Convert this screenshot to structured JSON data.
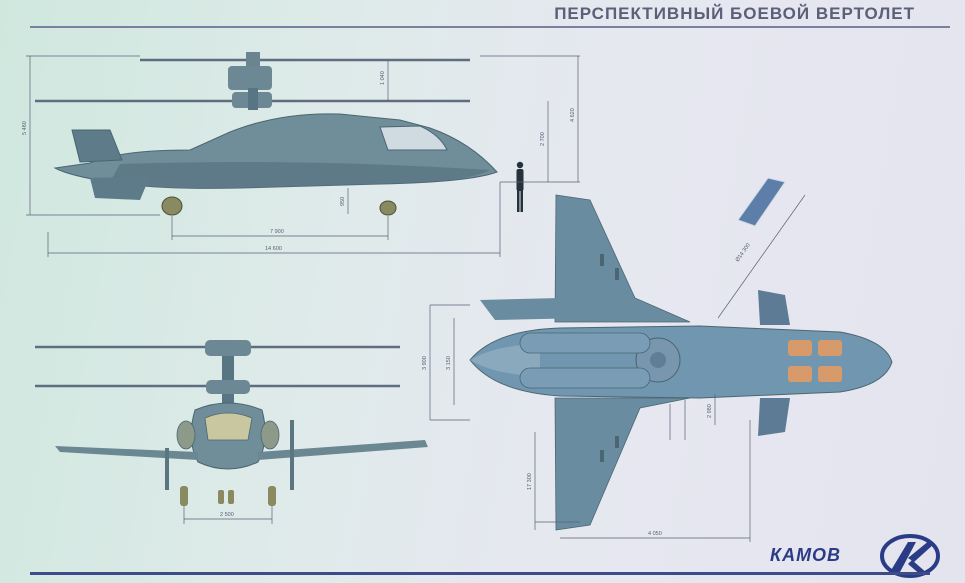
{
  "header": {
    "title": "ПЕРСПЕКТИВНЫЙ БОЕВОЙ ВЕРТОЛЕТ"
  },
  "dimensions": {
    "side_total_height": "5 480",
    "side_rotor_spacing": "1 040",
    "side_tail_fin_height": "2 700",
    "side_overall_height": "4 620",
    "side_gear_height": "950",
    "side_wheelbase": "7 900",
    "side_total_length": "14 600",
    "front_track": "2 500",
    "top_rotor_diameter": "Ø14 300",
    "top_fuselage_width": "3 900",
    "top_fuselage_inner": "3 150",
    "top_tailplane_span": "2 980",
    "top_tail_length": "4 050",
    "top_wing_half_span": "17 300"
  },
  "brand": {
    "name": "КАМОВ"
  }
}
